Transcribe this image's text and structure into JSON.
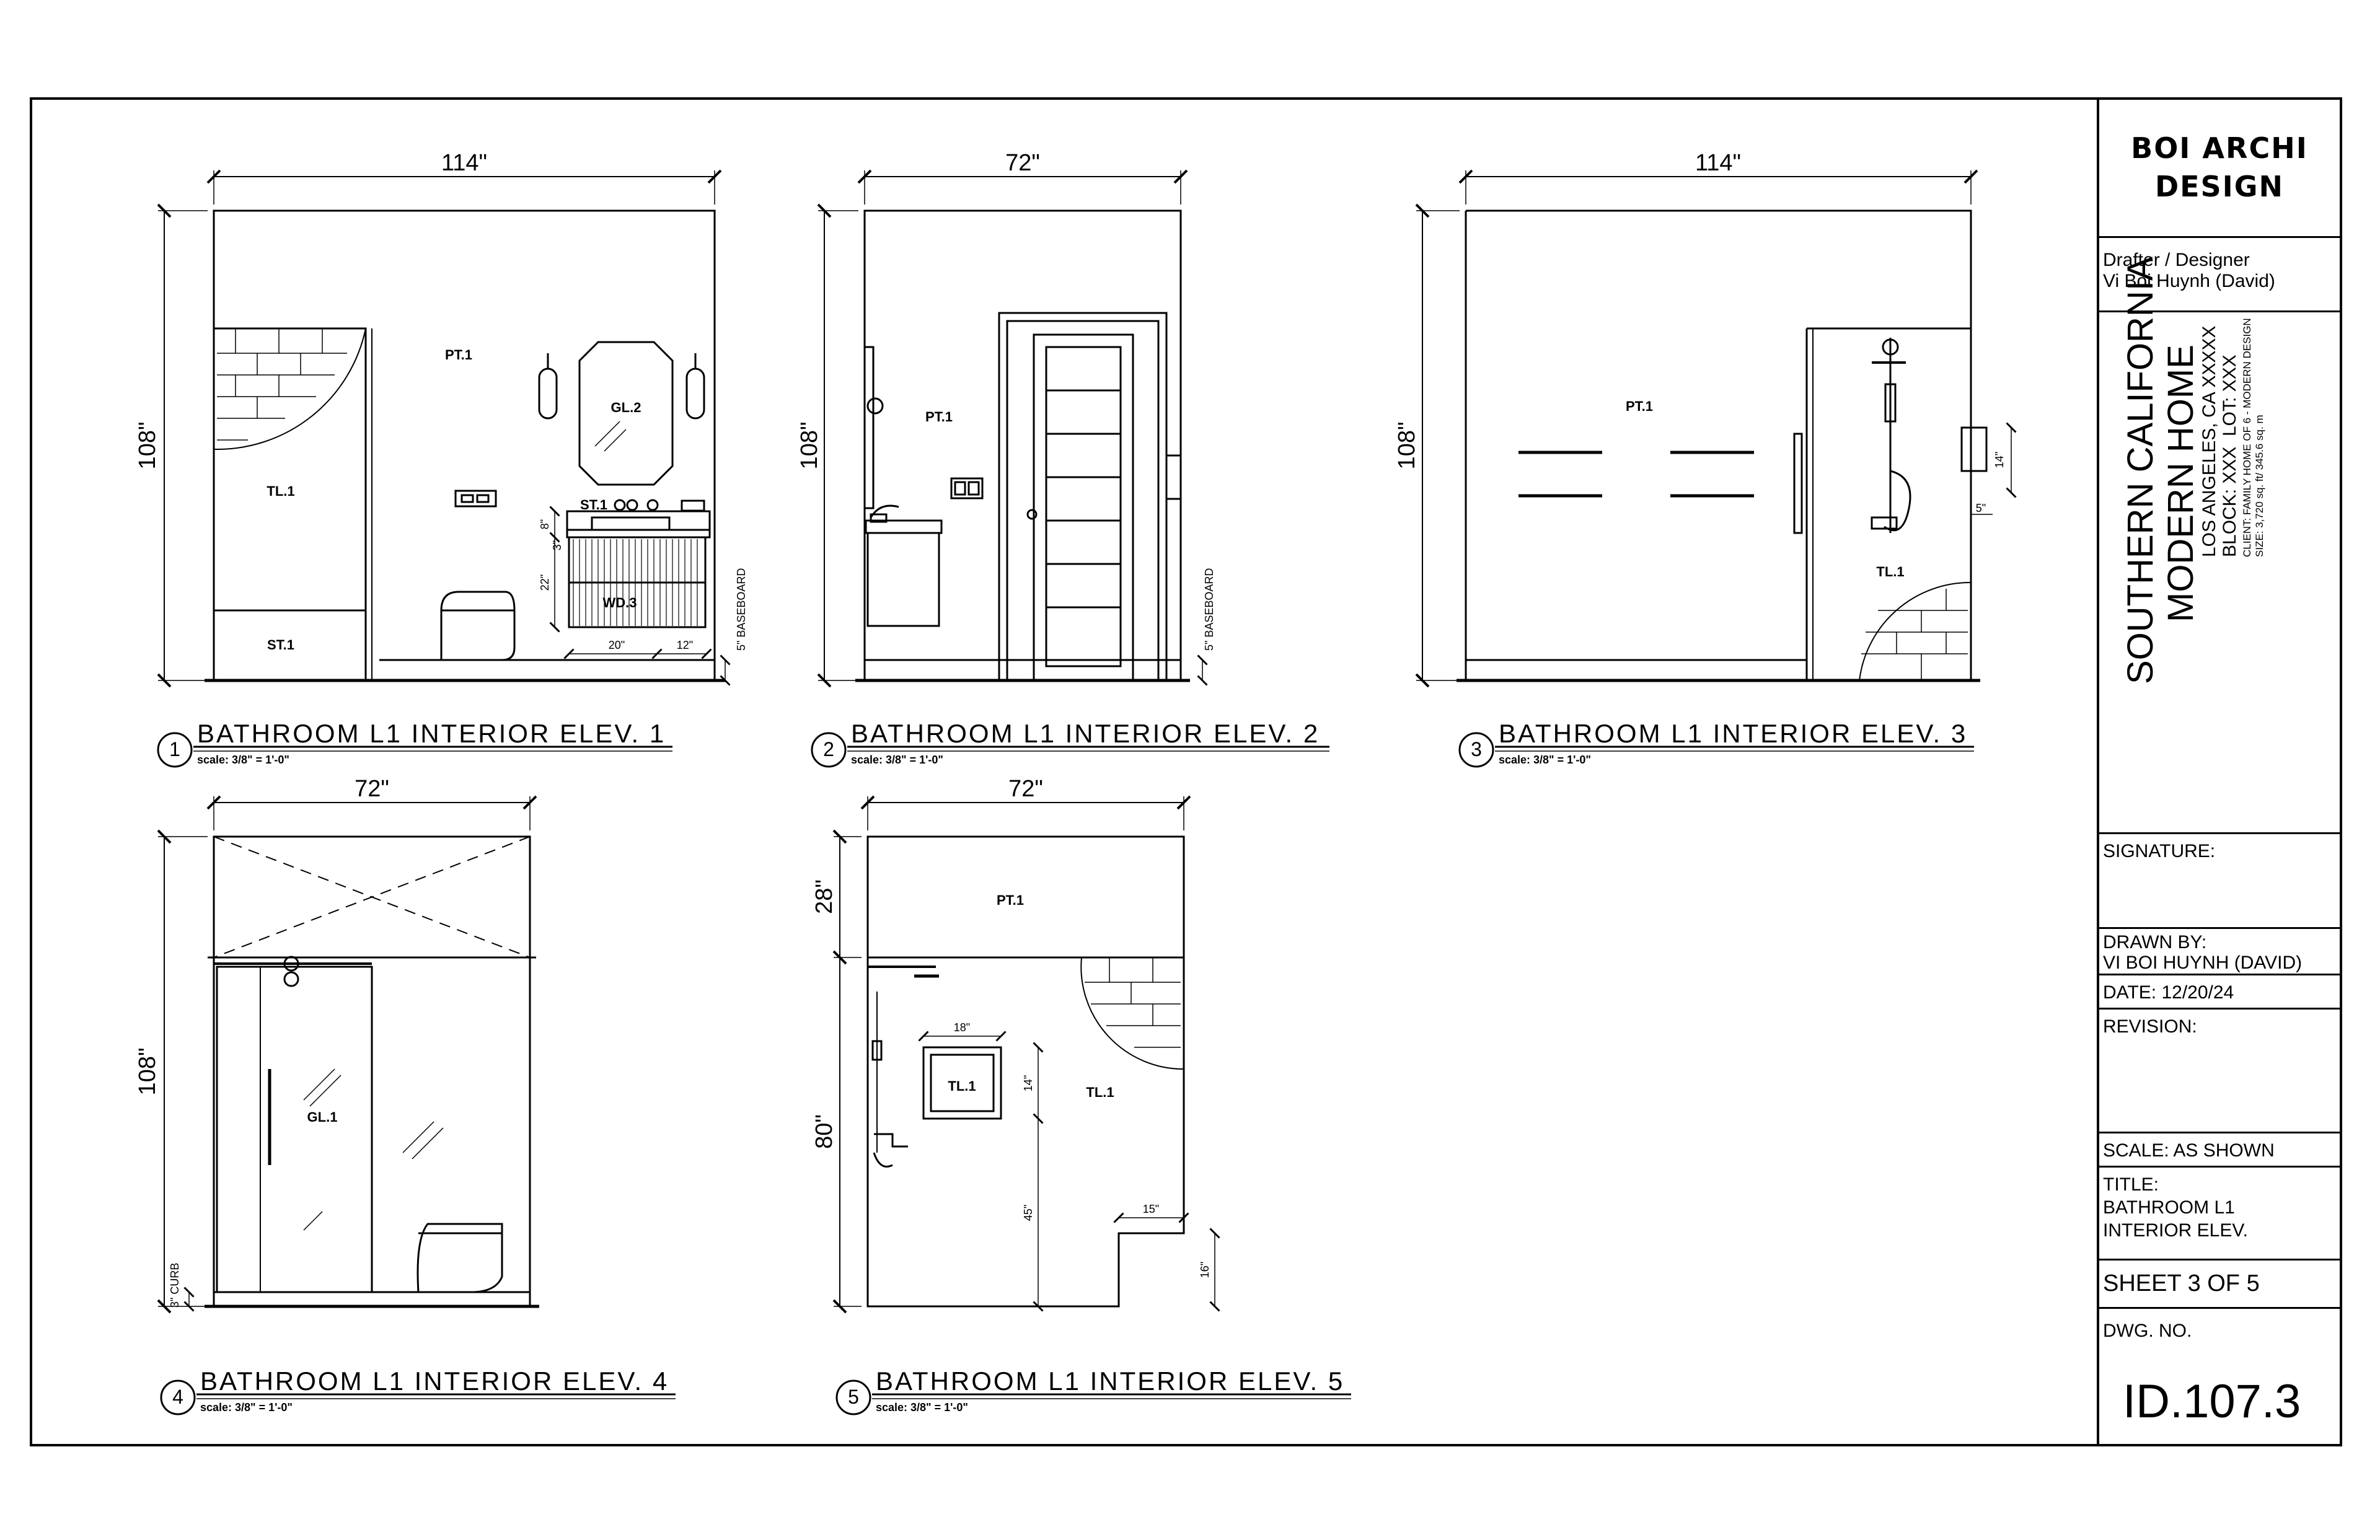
{
  "title_block": {
    "firm_line1": "BOI ARCHI",
    "firm_line2": "DESIGN",
    "drafter_label": "Drafter / Designer",
    "drafter_name": "Vi Boi Huynh (David)",
    "project_line1": "SOUTHERN CALIFORNIA",
    "project_line2": "MODERN HOME",
    "address": "LOS ANGELES, CA XXXXX",
    "block": "BLOCK: XXX",
    "lot": "LOT: XXX",
    "client": "CLIENT: FAMILY HOME OF 6 - MODERN DESIGN",
    "size": "SIZE: 3,720 sq. ft/ 345.6 sq. m",
    "signature_label": "SIGNATURE:",
    "drawn_by_label": "DRAWN BY:",
    "drawn_by_name": "VI BOI HUYNH (DAVID)",
    "date": "DATE: 12/20/24",
    "revision_label": "REVISION:",
    "scale": "SCALE: AS SHOWN",
    "title_label": "TITLE:",
    "title_line1": "BATHROOM L1",
    "title_line2": "INTERIOR ELEV.",
    "sheet": "SHEET 3 OF 5",
    "dwg_label": "DWG. NO.",
    "dwg_no": "ID.107.3"
  },
  "views": [
    {
      "number": "1",
      "title": "BATHROOM L1 INTERIOR ELEV. 1",
      "scale": "scale:  3/8\" = 1'-0\""
    },
    {
      "number": "2",
      "title": "BATHROOM L1 INTERIOR ELEV. 2",
      "scale": "scale:  3/8\" = 1'-0\""
    },
    {
      "number": "3",
      "title": "BATHROOM L1 INTERIOR ELEV. 3",
      "scale": "scale:  3/8\" = 1'-0\""
    },
    {
      "number": "4",
      "title": "BATHROOM L1 INTERIOR ELEV. 4",
      "scale": "scale:  3/8\" = 1'-0\""
    },
    {
      "number": "5",
      "title": "BATHROOM L1 INTERIOR ELEV. 5",
      "scale": "scale:  3/8\" = 1'-0\""
    }
  ],
  "dims": {
    "e1_width": "114\"",
    "e1_height": "108\"",
    "e1_vanity": "20\"",
    "e1_counter": "12\"",
    "e1_h8": "8\"",
    "e1_h22": "22\"",
    "e1_h3": "3\"",
    "e1_baseboard": "5\" BASEBOARD",
    "e2_width": "72\"",
    "e2_height": "108\"",
    "e2_baseboard": "5\" BASEBOARD",
    "e3_width": "114\"",
    "e3_height": "108\"",
    "e3_h14": "14\"",
    "e3_h5": "5\"",
    "e4_width": "72\"",
    "e4_height": "108\"",
    "e4_curb": "3\" CURB",
    "e5_width": "72\"",
    "e5_h28": "28\"",
    "e5_h80": "80\"",
    "e5_niche_w": "18\"",
    "e5_niche_h": "14\"",
    "e5_h45": "45\"",
    "e5_w15": "15\"",
    "e5_h16": "16\""
  },
  "tags": {
    "pt1": "PT.1",
    "tl1": "TL.1",
    "st1": "ST.1",
    "gl2": "GL.2",
    "wd3": "WD.3",
    "gl1": "GL.1"
  }
}
